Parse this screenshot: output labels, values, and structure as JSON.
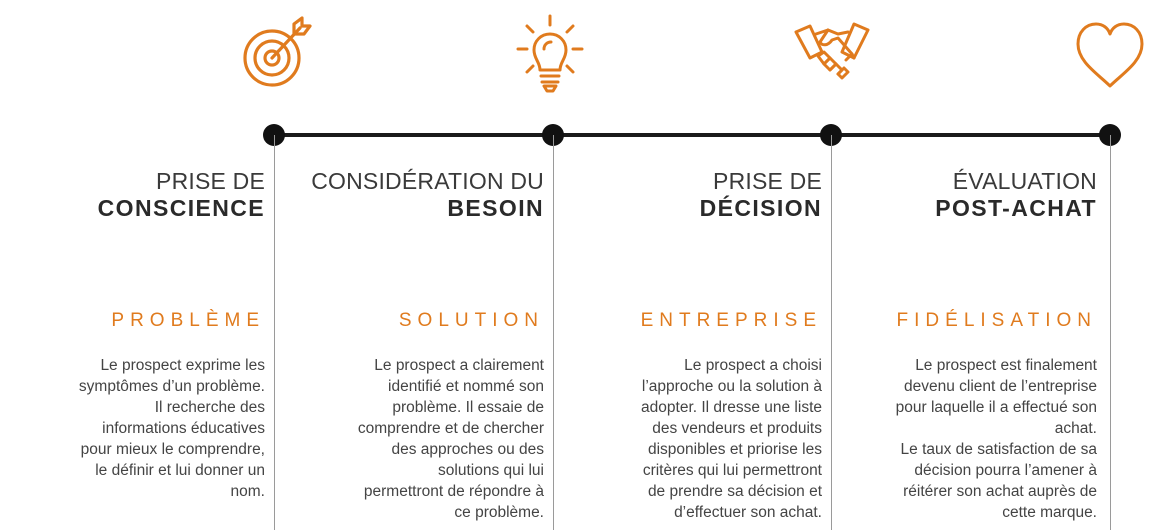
{
  "accent_color": "#e07b1e",
  "line_color": "#1a1a1a",
  "stages": [
    {
      "icon": "target-icon",
      "title_light": "PRISE DE",
      "title_bold": "CONSCIENCE",
      "keyword": "PROBLÈME",
      "description": "Le prospect exprime les\nsymptômes d’un problème.\nIl recherche des\ninformations éducatives\npour mieux le comprendre,\nle définir et lui donner un\nnom."
    },
    {
      "icon": "lightbulb-icon",
      "title_light": "CONSIDÉRATION DU",
      "title_bold": "BESOIN",
      "keyword": "SOLUTION",
      "description": "Le prospect a clairement\nidentifié et nommé son\nproblème. Il essaie de\ncomprendre et de chercher\ndes approches ou des\nsolutions qui lui\npermettront de répondre à\nce problème."
    },
    {
      "icon": "handshake-icon",
      "title_light": "PRISE DE",
      "title_bold": "DÉCISION",
      "keyword": "ENTREPRISE",
      "description": "Le prospect a choisi\nl’approche ou la solution à\nadopter. Il dresse une liste\ndes vendeurs et produits\ndisponibles et priorise les\ncritères qui lui permettront\nde prendre sa décision et\nd’effectuer son achat."
    },
    {
      "icon": "heart-icon",
      "title_light": "ÉVALUATION",
      "title_bold": "POST-ACHAT",
      "keyword": "FIDÉLISATION",
      "description": "Le prospect est finalement\ndevenu client de l’entreprise\npour laquelle il a effectué son\nachat.\nLe taux de satisfaction de sa\ndécision pourra l’amener à\nréitérer son achat auprès de\ncette marque."
    }
  ]
}
